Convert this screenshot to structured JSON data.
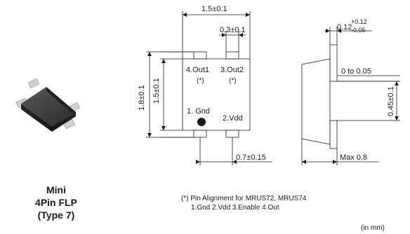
{
  "package": {
    "name_line1": "Mini",
    "name_line2": "4Pin FLP",
    "name_line3": "(Type 7)"
  },
  "dimensions": {
    "top_width": "1.5±0.1",
    "pin_width": "0.3±0.1",
    "height_outer": "1.8±0.1",
    "height_inner": "1.5±0.1",
    "pin_pitch": "0.7±0.15",
    "side_lead_base": "0.12",
    "side_lead_plus": "+0.12",
    "side_lead_minus": "-0.05",
    "side_standoff": "0 to 0.05",
    "side_lead_height": "0.45±0.1",
    "side_max": "Max 0.8"
  },
  "pins": {
    "pin4": "4.Out1",
    "pin3": "3.Out2",
    "pin4_note": "(*)",
    "pin3_note": "(*)",
    "pin1": "1. Gnd",
    "pin2": "2.Vdd"
  },
  "footnote": {
    "line1": "(*) Pin Alignment for MRUS72, MRUS74",
    "line2": "1.Gnd   2.Vdd   3.Enable   4.Out"
  },
  "unit": "(in mm)",
  "colors": {
    "package_body": "#2b2b2b",
    "lead": "#bfbfbf",
    "line": "#1a1a1a"
  }
}
